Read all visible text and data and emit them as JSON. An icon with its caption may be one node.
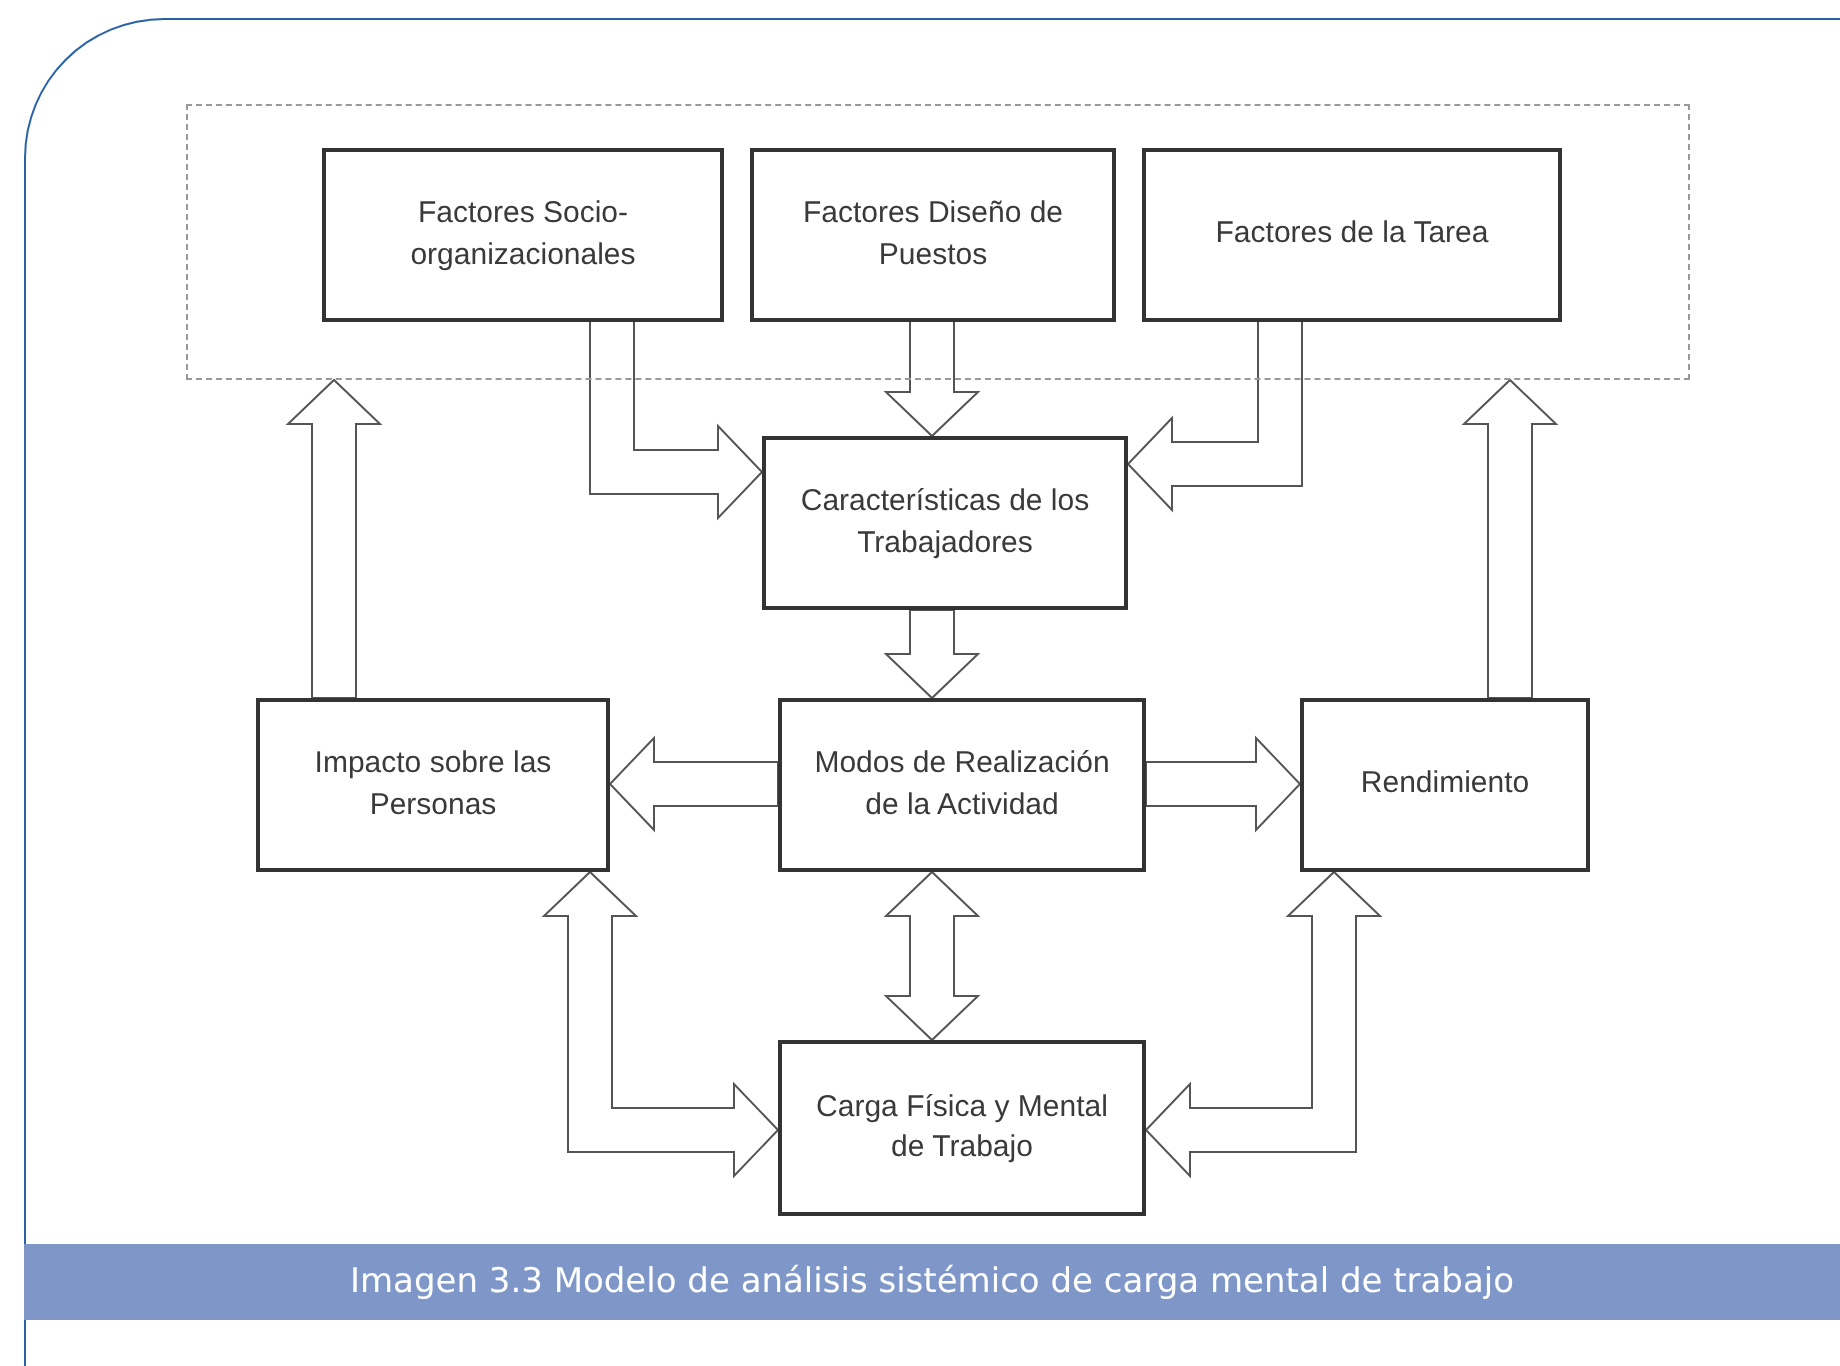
{
  "diagram": {
    "caption": "Imagen 3.3  Modelo de análisis sistémico de carga mental de trabajo",
    "nodes": [
      {
        "text": [],
        "shape": "box"
      },
      {
        "text": [
          "Factores Socio-organizacionales"
        ],
        "in": 0
      },
      {
        "text": [
          "Factores Diseño de Puestos"
        ],
        "in": 0
      },
      {
        "text": [
          "Factores de la Tarea"
        ],
        "in": 0
      },
      {
        "text": [
          "Características de los Trabajadores"
        ]
      },
      {
        "text": [
          "Impacto sobre las Personas"
        ]
      },
      {
        "text": [
          "Modos de Realización de la Actividad"
        ]
      },
      {
        "text": [
          "Rendimiento"
        ]
      },
      {
        "text": [
          "Carga Física y Mental de Trabajo"
        ]
      }
    ],
    "edges": [
      {
        "from": 1,
        "to": 4,
        "arrow": "to"
      },
      {
        "from": 2,
        "to": 4,
        "arrow": "to"
      },
      {
        "from": 3,
        "to": 4,
        "arrow": "to"
      },
      {
        "from": 4,
        "to": 6,
        "arrow": "to"
      },
      {
        "from": 6,
        "to": 5,
        "arrow": "to"
      },
      {
        "from": 6,
        "to": 7,
        "arrow": "to"
      },
      {
        "from": 5,
        "to": 0,
        "arrow": "to"
      },
      {
        "from": 7,
        "to": 0,
        "arrow": "to"
      },
      {
        "from": 6,
        "to": 8,
        "arrow": "both"
      },
      {
        "from": 5,
        "to": 8,
        "arrow": "both"
      },
      {
        "from": 7,
        "to": 8,
        "arrow": "both"
      }
    ]
  }
}
